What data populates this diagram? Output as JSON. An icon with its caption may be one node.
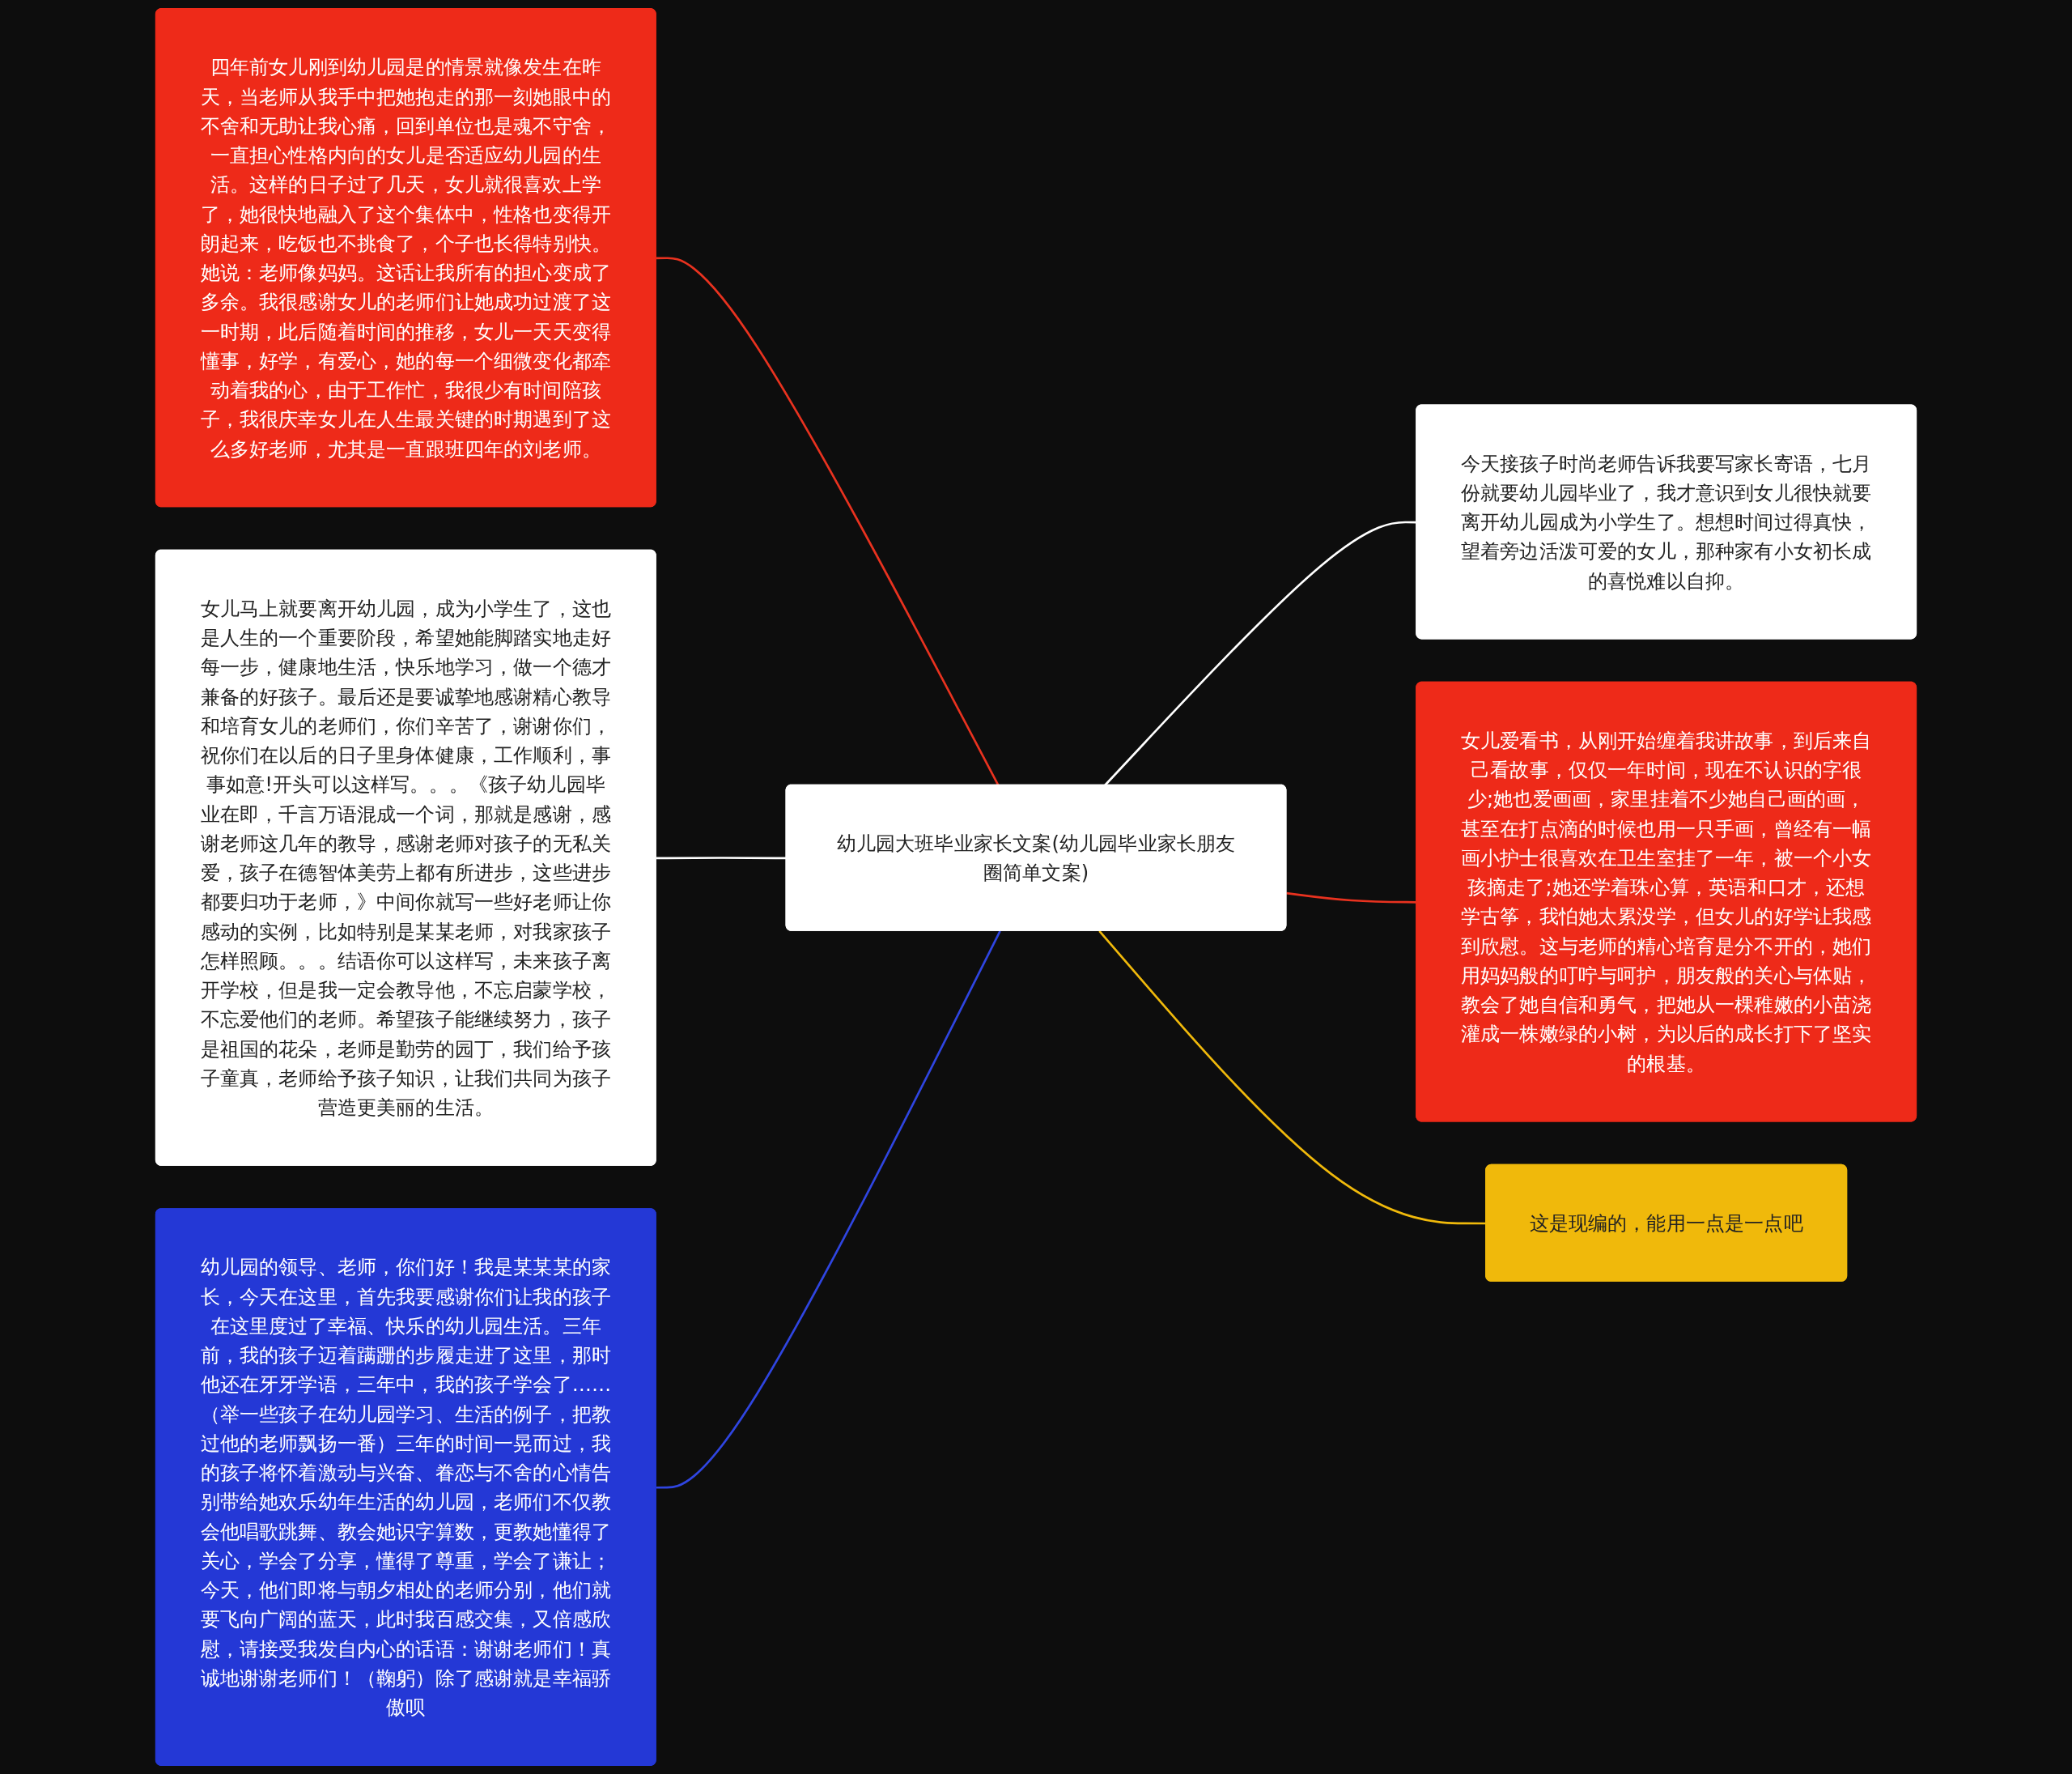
{
  "diagram": {
    "nodes": [
      {
        "text": [
          "幼儿园大班毕业家长文案(幼儿园毕业家长朋友圈简单文案)"
        ]
      },
      {
        "text": [
          "四年前女儿刚到幼儿园是的情景就像发生在昨天，当老师从我手中把她抱走的那一刻她眼中的不舍和无助让我心痛，回到单位也是魂不守舍，一直担心性格内向的女儿是否适应幼儿园的生活。这样的日子过了几天，女儿就很喜欢上学了，她很快地融入了这个集体中，性格也变得开朗起来，吃饭也不挑食了，个子也长得特别快。她说：老师像妈妈。这话让我所有的担心变成了多余。我很感谢女儿的老师们让她成功过渡了这一时期，此后随着时间的推移，女儿一天天变得懂事，好学，有爱心，她的每一个细微变化都牵动着我的心，由于工作忙，我很少有时间陪孩子，我很庆幸女儿在人生最关键的时期遇到了这么多好老师，尤其是一直跟班四年的刘老师。"
        ]
      },
      {
        "text": [
          "女儿马上就要离开幼儿园，成为小学生了，这也是人生的一个重要阶段，希望她能脚踏实地走好每一步，健康地生活，快乐地学习，做一个德才兼备的好孩子。最后还是要诚挚地感谢精心教导和培育女儿的老师们，你们辛苦了，谢谢你们，祝你们在以后的日子里身体健康，工作顺利，事事如意!开头可以这样写。。。《孩子幼儿园毕业在即，千言万语混成一个词，那就是感谢，感谢老师这几年的教导，感谢老师对孩子的无私关爱，孩子在德智体美劳上都有所进步，这些进步都要归功于老师，》中间你就写一些好老师让你感动的实例，比如特别是某某老师，对我家孩子怎样照顾。。。结语你可以这样写，未来孩子离开学校，但是我一定会教导他，不忘启蒙学校，不忘爱他们的老师。希望孩子能继续努力，孩子是祖国的花朵，老师是勤劳的园丁，我们给予孩子童真，老师给予孩子知识，让我们共同为孩子营造更美丽的生活。"
        ]
      },
      {
        "text": [
          "幼儿园的领导、老师，你们好！我是某某某的家长，今天在这里，首先我要感谢你们让我的孩子在这里度过了幸福、快乐的幼儿园生活。三年前，我的孩子迈着蹒跚的步履走进了这里，那时他还在牙牙学语，三年中，我的孩子学会了……（举一些孩子在幼儿园学习、生活的例子，把教过他的老师飘扬一番）三年的时间一晃而过，我的孩子将怀着激动与兴奋、眷恋与不舍的心情告别带给她欢乐幼年生活的幼儿园，老师们不仅教会他唱歌跳舞、教会她识字算数，更教她懂得了关心，学会了分享，懂得了尊重，学会了谦让；今天，他们即将与朝夕相处的老师分别，他们就要飞向广阔的蓝天，此时我百感交集，又倍感欣慰，请接受我发自内心的话语：谢谢老师们！真诚地谢谢老师们！（鞠躬）除了感谢就是幸福骄傲呗"
        ]
      },
      {
        "text": [
          "今天接孩子时尚老师告诉我要写家长寄语，七月份就要幼儿园毕业了，我才意识到女儿很快就要离开幼儿园成为小学生了。想想时间过得真快，望着旁边活泼可爱的女儿，那种家有小女初长成的喜悦难以自抑。"
        ]
      },
      {
        "text": [
          "女儿爱看书，从刚开始缠着我讲故事，到后来自己看故事，仅仅一年时间，现在不认识的字很少;她也爱画画，家里挂着不少她自己画的画，甚至在打点滴的时候也用一只手画，曾经有一幅画小护士很喜欢在卫生室挂了一年，被一个小女孩摘走了;她还学着珠心算，英语和口才，还想学古筝，我怕她太累没学，但女儿的好学让我感到欣慰。这与老师的精心培育是分不开的，她们用妈妈般的叮咛与呵护，朋友般的关心与体贴，教会了她自信和勇气，把她从一棵稚嫩的小苗浇灌成一株嫩绿的小树，为以后的成长打下了坚实的根基。"
        ]
      },
      {
        "text": [
          "这是现编的，能用一点是一点吧"
        ]
      }
    ],
    "edges": [
      {
        "from": 1,
        "to": 0,
        "arrow": "none",
        "color": "#e8321f"
      },
      {
        "from": 2,
        "to": 0,
        "arrow": "none",
        "color": "#ffffff"
      },
      {
        "from": 3,
        "to": 0,
        "arrow": "none",
        "color": "#2f45e0"
      },
      {
        "from": 0,
        "to": 4,
        "arrow": "none",
        "color": "#ffffff"
      },
      {
        "from": 0,
        "to": 5,
        "arrow": "none",
        "color": "#e8321f"
      },
      {
        "from": 0,
        "to": 6,
        "arrow": "none",
        "color": "#f0b90b"
      }
    ]
  }
}
